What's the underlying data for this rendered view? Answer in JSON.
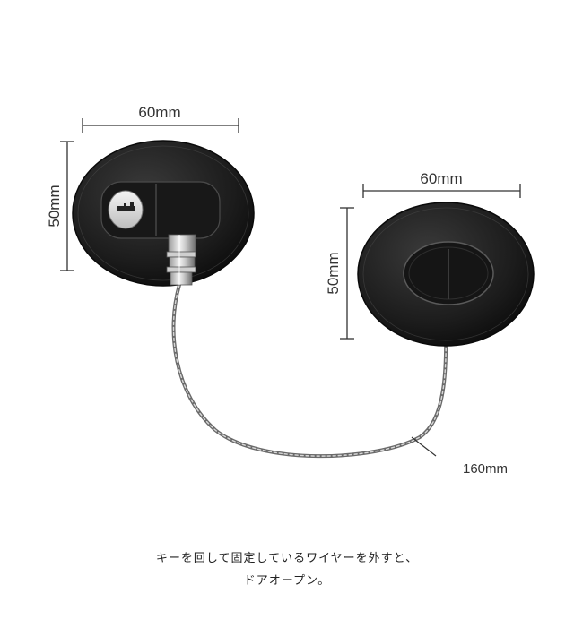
{
  "dimensions": {
    "left_width": "60mm",
    "left_height": "50mm",
    "right_width": "60mm",
    "right_height": "50mm",
    "cable_length": "160mm"
  },
  "caption": {
    "line1": "キーを回して固定しているワイヤーを外すと、",
    "line2": "ドアオープン。"
  },
  "colors": {
    "plate": "#1b1b1b",
    "cable": "#8a8a8a",
    "dimension_line": "#333333"
  }
}
